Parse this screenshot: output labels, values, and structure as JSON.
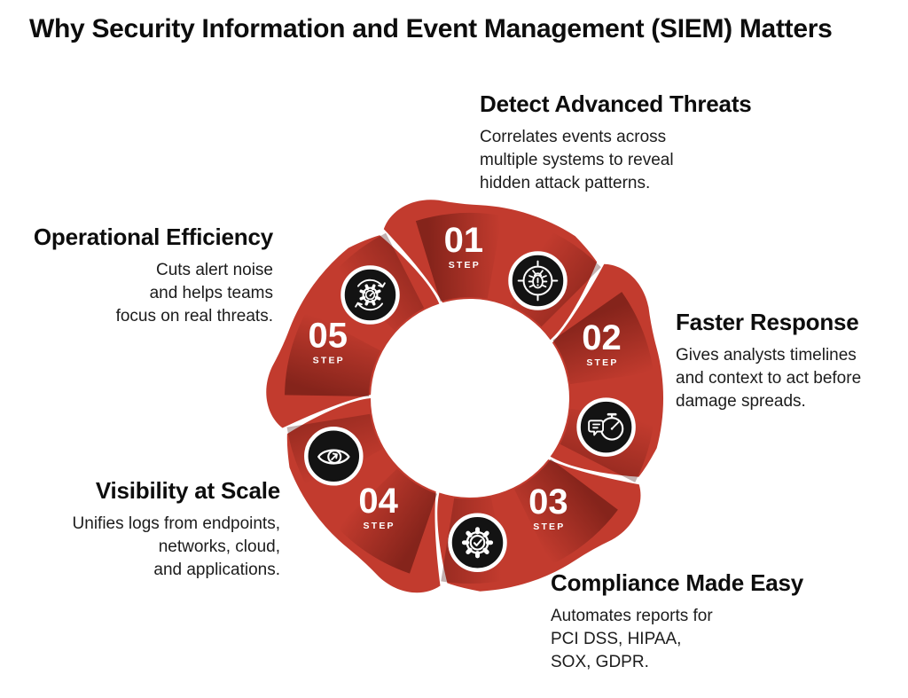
{
  "title": "Why Security Information and Event Management (SIEM) Matters",
  "diagram": {
    "step_label": "STEP",
    "colors": {
      "ring_red": "#C23B2E",
      "shadow_red_rgba": "66,10,6",
      "icon_bg": "#131313",
      "icon_stroke": "#FFFFFF",
      "text_dark": "#0D0D0D",
      "background": "#FFFFFF"
    },
    "steps": [
      {
        "number": "01",
        "icon": "bug-target-icon",
        "heading": "Detect Advanced Threats",
        "body": [
          "Correlates events across",
          "multiple systems to reveal",
          "hidden attack patterns."
        ]
      },
      {
        "number": "02",
        "icon": "stopwatch-chat-icon",
        "heading": "Faster Response",
        "body": [
          "Gives analysts timelines",
          "and context to act before",
          "damage spreads."
        ]
      },
      {
        "number": "03",
        "icon": "gear-check-icon",
        "heading": "Compliance Made Easy",
        "body": [
          "Automates reports for",
          "PCI DSS, HIPAA,",
          "SOX, GDPR."
        ]
      },
      {
        "number": "04",
        "icon": "eye-arrow-icon",
        "heading": "Visibility at Scale",
        "body": [
          "Unifies logs from endpoints,",
          "networks, cloud,",
          "and applications."
        ]
      },
      {
        "number": "05",
        "icon": "gear-sync-icon",
        "heading": "Operational Efficiency",
        "body": [
          "Cuts alert noise",
          "and helps teams",
          "focus on real threats."
        ]
      }
    ]
  }
}
